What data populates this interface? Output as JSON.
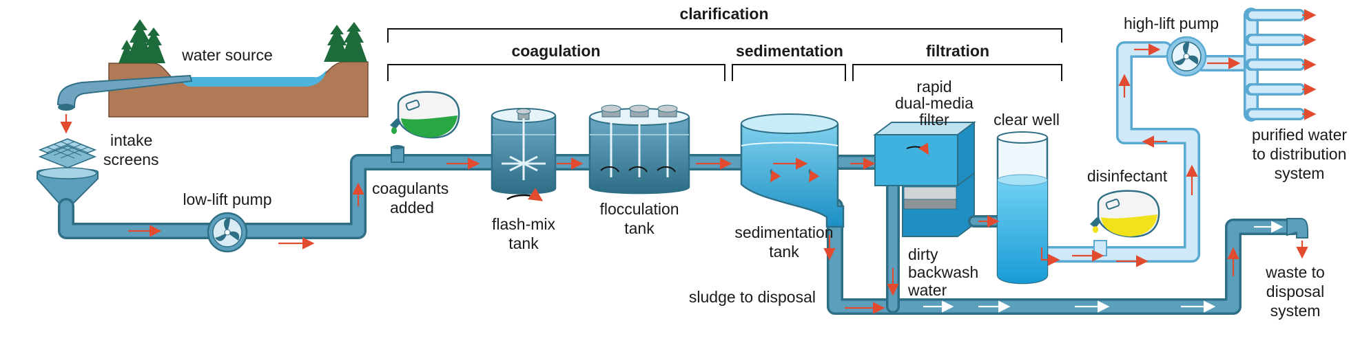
{
  "headers": {
    "clarification": "clarification",
    "coagulation": "coagulation",
    "sedimentation": "sedimentation",
    "filtration": "filtration"
  },
  "labels": {
    "water_source": "water source",
    "intake_1": "intake",
    "intake_2": "screens",
    "low_lift_pump": "low-lift pump",
    "coagulants_1": "coagulants",
    "coagulants_2": "added",
    "flash_mix_1": "flash-mix",
    "flash_mix_2": "tank",
    "flocculation_1": "flocculation",
    "flocculation_2": "tank",
    "sed_tank_1": "sedimentation",
    "sed_tank_2": "tank",
    "sludge": "sludge to disposal",
    "filter_1": "rapid",
    "filter_2": "dual-media",
    "filter_3": "filter",
    "clear_well": "clear well",
    "dirty_1": "dirty",
    "dirty_2": "backwash",
    "dirty_3": "water",
    "disinfectant": "disinfectant",
    "high_lift_pump": "high-lift pump",
    "purified_1": "purified water",
    "purified_2": "to distribution",
    "purified_3": "system",
    "waste_1": "waste to",
    "waste_2": "disposal",
    "waste_3": "system"
  },
  "colors": {
    "pipe_dark": "#2f6f86",
    "pipe_mid": "#5b9fbd",
    "water": "#1b9bd1",
    "clean_pipe": "#cfe9f8",
    "soil": "#b07a57",
    "tree": "#1d6b3b",
    "arrow": "#e34b30",
    "coagulant": "#2aa745",
    "disinfectant": "#f2e21c"
  }
}
